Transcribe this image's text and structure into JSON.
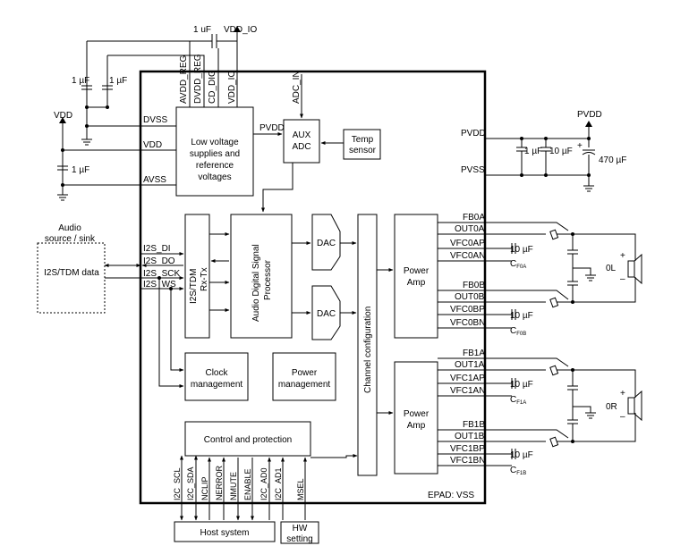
{
  "pins_top": {
    "avdd_reg": "AVDD_REG",
    "dvdd_reg": "DVDD_REG",
    "cd_dig": "CD_DIG",
    "vdd_io": "VDD_IO",
    "adc_in": "ADC_IN",
    "vdd_io_rail": "VDD_IO"
  },
  "pins_left": {
    "dvss": "DVSS",
    "vdd": "VDD",
    "avss": "AVSS",
    "i2s_di": "I2S_DI",
    "i2s_do": "I2S_DO",
    "i2s_sck": "I2S_SCK",
    "i2s_ws": "I2S_WS"
  },
  "rails": {
    "vdd": "VDD",
    "pvdd": "PVDD",
    "pvdd_net": "PVDD",
    "pvss": "PVSS",
    "pvdd_inner": "PVDD"
  },
  "caps": {
    "top": "1 uF",
    "left1": "1 µF",
    "left2": "1 µF",
    "vdd": "1 µF",
    "pvdd1": "1 µF",
    "pvdd2": "10 µF",
    "pvdd_bulk": "470 µF",
    "fly0a": "10 µF",
    "fly0b": "10 µF",
    "fly1a": "10 µF",
    "fly1b": "10 µF",
    "cf0a": "C",
    "cf0a_sub": "F0A",
    "cf0b": "C",
    "cf0b_sub": "F0B",
    "cf1a": "C",
    "cf1a_sub": "F1A",
    "cf1b": "C",
    "cf1b_sub": "F1B"
  },
  "blocks": {
    "lowvolt": [
      "Low voltage",
      "supplies and",
      "reference",
      "voltages"
    ],
    "aux_adc": [
      "AUX",
      "ADC"
    ],
    "temp": [
      "Temp",
      "sensor"
    ],
    "i2s_tdm": "I2S/TDM",
    "rx_tx": "Rx-Tx",
    "dsp": [
      "Audio Digital Signal",
      "Processor"
    ],
    "dac1": "DAC",
    "dac2": "DAC",
    "chcfg": "Channel configuration",
    "amp1": [
      "Power",
      "Amp"
    ],
    "amp2": [
      "Power",
      "Amp"
    ],
    "clock": [
      "Clock",
      "management"
    ],
    "power": [
      "Power",
      "management"
    ],
    "control": "Control and protection",
    "host": "Host system",
    "hw": [
      "HW",
      "setting"
    ],
    "audio_src": [
      "Audio",
      "source / sink"
    ],
    "i2s_data": "I2S/TDM data"
  },
  "pins_right": {
    "fb0a": "FB0A",
    "out0a": "OUT0A",
    "vfc0ap": "VFC0AP",
    "vfc0an": "VFC0AN",
    "fb0b": "FB0B",
    "out0b": "OUT0B",
    "vfc0bp": "VFC0BP",
    "vfc0bn": "VFC0BN",
    "fb1a": "FB1A",
    "out1a": "OUT1A",
    "vfc1ap": "VFC1AP",
    "vfc1an": "VFC1AN",
    "fb1b": "FB1B",
    "out1b": "OUT1B",
    "vfc1bp": "VFC1BP",
    "vfc1bn": "VFC1BN"
  },
  "pins_bottom": [
    "I2C_SCL",
    "I2C_SDA",
    "NCLIP",
    "NERROR",
    "NMUTE",
    "ENABLE",
    "I2C_AD0",
    "I2C_AD1",
    "MSEL"
  ],
  "epad": "EPAD: VSS",
  "speakers": {
    "left": "0L",
    "right": "0R",
    "plus": "+",
    "minus": "–",
    "cap_plus": "+"
  }
}
